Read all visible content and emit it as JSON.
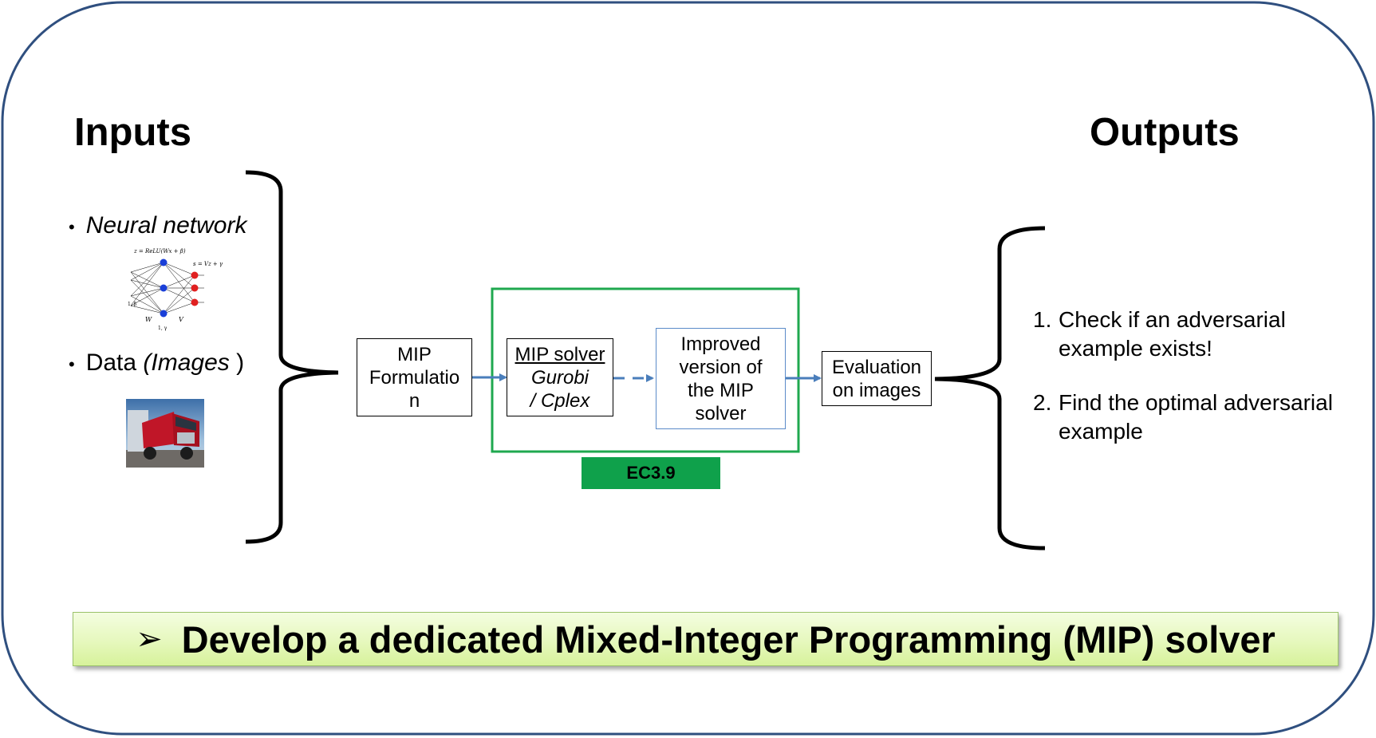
{
  "inputs": {
    "heading": "Inputs",
    "items": [
      {
        "bullet": "•",
        "prefix": "",
        "italic": "Neural network",
        "suffix": ""
      },
      {
        "bullet": "•",
        "prefix": "Data ",
        "italic": "(Images",
        "suffix": " )"
      }
    ],
    "nn_formula_z": "z = ReLU(Wx + β)",
    "nn_formula_s": "s = Vz + γ",
    "nn_label_w": "W",
    "nn_label_v": "V",
    "nn_label_beta": "1, β",
    "nn_label_gamma": "1, γ"
  },
  "outputs": {
    "heading": "Outputs",
    "items": [
      {
        "number": "1.",
        "lines": [
          "Check if an adversarial",
          "example exists!"
        ]
      },
      {
        "number": "2.",
        "lines": [
          "Find the optimal adversarial",
          "example"
        ]
      }
    ]
  },
  "flow": {
    "formulation": [
      "MIP",
      "Formulatio",
      "n"
    ],
    "solver": {
      "title": "MIP solver",
      "line2": "Gurobi",
      "line3": "/ Cplex"
    },
    "improved": [
      "Improved",
      "version of",
      "the MIP",
      "solver"
    ],
    "evaluation": [
      "Evaluation",
      "on images"
    ],
    "badge": "EC3.9"
  },
  "banner": {
    "arrow": "➢",
    "text": "Develop a dedicated Mixed-Integer Programming (MIP) solver"
  },
  "colors": {
    "frame": "#2f4f7f",
    "arrow": "#4a7ebb",
    "green_box": "#1fa84f",
    "badge": "#0fa14b",
    "neuron_blue": "#1a3fd8",
    "neuron_red": "#e02020"
  }
}
